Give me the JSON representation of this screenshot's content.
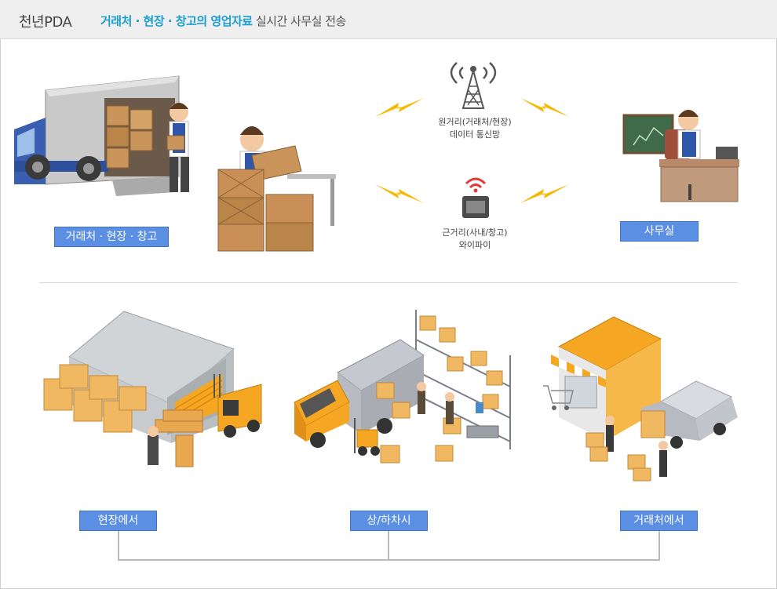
{
  "header": {
    "brand": "천년PDA",
    "tagline_highlight": "거래처 · 현장 · 창고의 영업자료",
    "tagline_rest": " 실시간 사무실 전송"
  },
  "top": {
    "source_label": "거래처 · 현장 · 창고",
    "office_label": "사무실",
    "long_range_line1": "원거리(거래처/현장)",
    "long_range_line2": "데이터 통신망",
    "short_range_line1": "근거리(사내/창고)",
    "short_range_line2": "와이파이"
  },
  "bottom": {
    "labels": [
      "현장에서",
      "상/하차시",
      "거래처에서"
    ]
  },
  "colors": {
    "label_blue": "#5b8fe3",
    "accent_orange": "#f5a623",
    "bolt_yellow": "#f6b800",
    "highlight_text": "#1a9fd0"
  },
  "icons": [
    "truck-icon",
    "worker-icon",
    "boxes-icon",
    "lightning-icon",
    "cell-tower-icon",
    "wifi-router-icon",
    "office-worker-icon",
    "warehouse-icon",
    "forklift-icon",
    "shop-icon",
    "van-icon"
  ]
}
